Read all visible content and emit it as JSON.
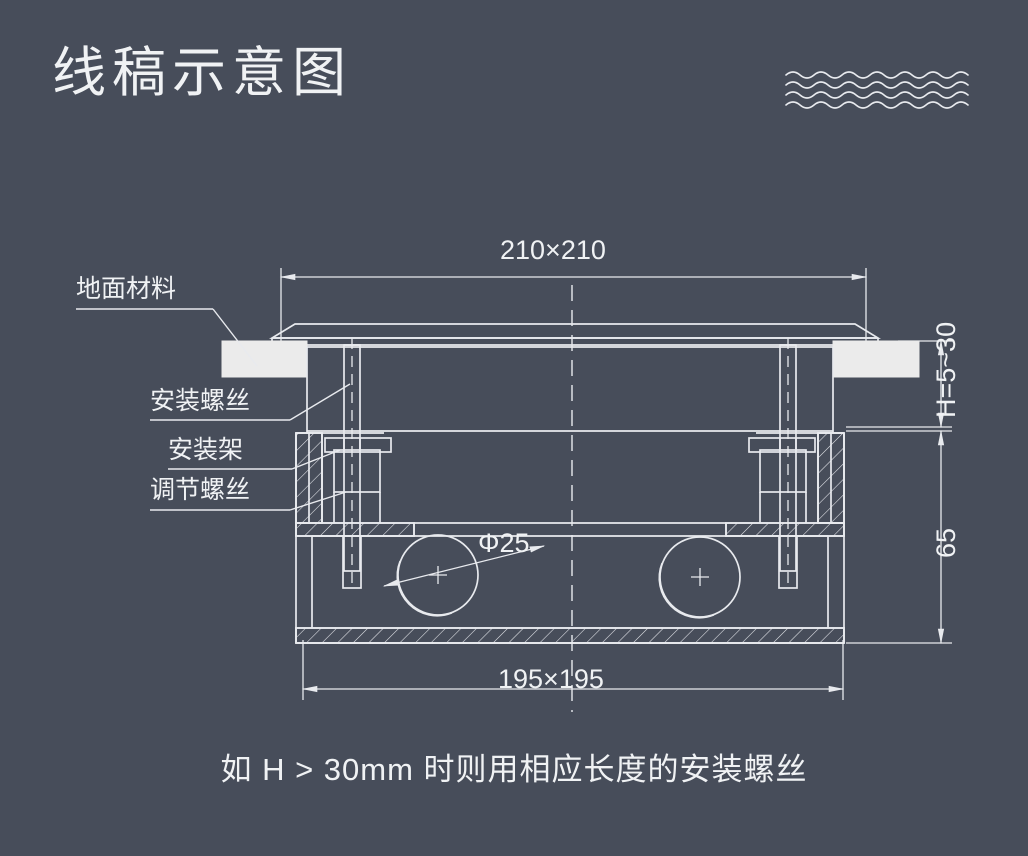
{
  "page": {
    "background_color": "#474d5a",
    "line_color": "#e8eaee",
    "fill_color": "#ebebeb",
    "title": "线稿示意图",
    "caption": "如 H > 30mm 时则用相应长度的安装螺丝"
  },
  "decoration": {
    "waves_icon": "wavy-lines-icon",
    "wave_count": 4
  },
  "labels": {
    "floor_material": "地面材料",
    "mounting_screw": "安装螺丝",
    "mounting_bracket": "安装架",
    "adjusting_screw": "调节螺丝"
  },
  "dimensions": {
    "top_width": "210×210",
    "bottom_width": "195×195",
    "hole_diameter": "Φ25",
    "height_range": "H=5~30",
    "body_height": "65"
  }
}
